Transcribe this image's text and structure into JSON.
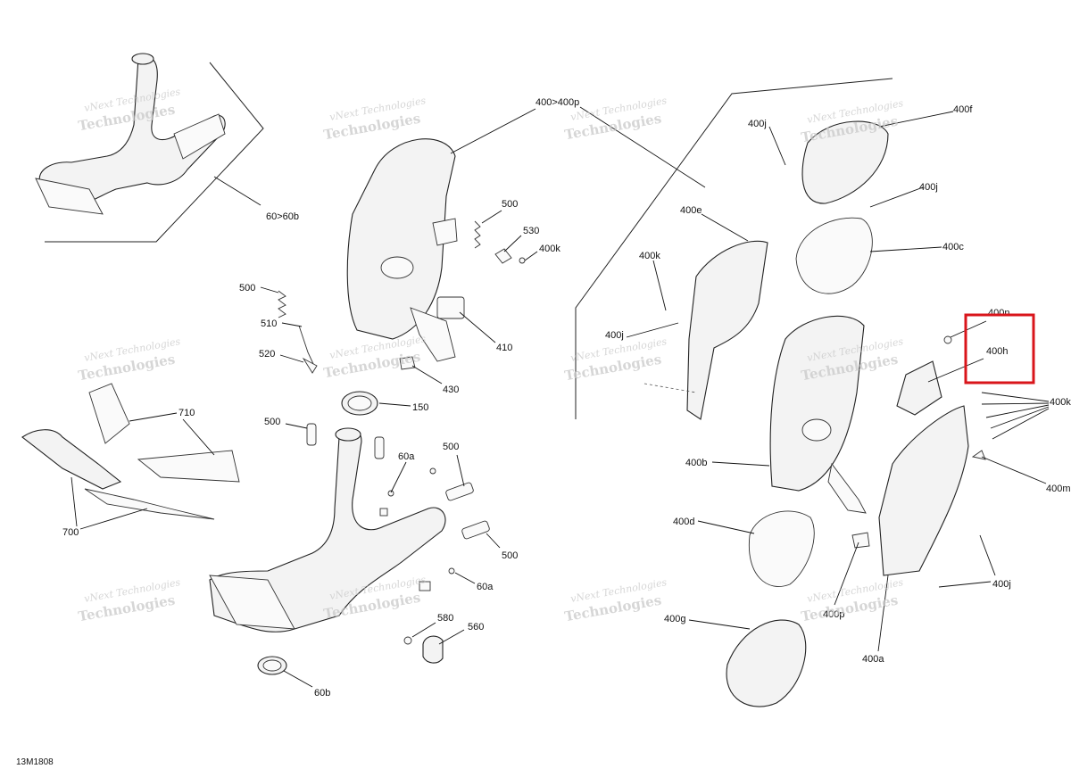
{
  "diagram_code": "13M1808",
  "watermark": {
    "line1": "vNext Technologies",
    "line2": "Technologies"
  },
  "callouts": {
    "c_60_60b": "60>60b",
    "c_400_400p": "400>400p",
    "c_400f": "400f",
    "c_400j_top": "400j",
    "c_400j_right": "400j",
    "c_400c": "400c",
    "c_400e": "400e",
    "c_400k_left": "400k",
    "c_400j_mid": "400j",
    "c_400n": "400n",
    "c_400h": "400h",
    "c_400k_right": "400k",
    "c_400m": "400m",
    "c_400b": "400b",
    "c_400d": "400d",
    "c_400j_bottom": "400j",
    "c_400p": "400p",
    "c_400g": "400g",
    "c_400a": "400a",
    "c_500_a": "500",
    "c_530": "530",
    "c_400k_mid": "400k",
    "c_500_b": "500",
    "c_510": "510",
    "c_520": "520",
    "c_410": "410",
    "c_430": "430",
    "c_150": "150",
    "c_500_c": "500",
    "c_500_d": "500",
    "c_60a_top": "60a",
    "c_500_e": "500",
    "c_60a_bottom": "60a",
    "c_580": "580",
    "c_560": "560",
    "c_60b": "60b",
    "c_710": "710",
    "c_700": "700"
  },
  "highlight": {
    "target": "400h",
    "color": "#d9151b"
  }
}
